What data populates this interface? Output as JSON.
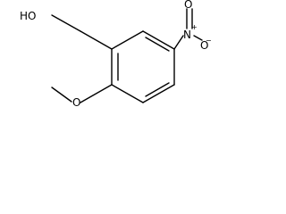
{
  "molecule": {
    "labels": {
      "hydroxyl": "HO",
      "methoxy_oxygen": "O",
      "nitro_nitrogen": "N",
      "nitro_n_charge": "+",
      "nitro_oxygen_top": "O",
      "nitro_oxygen_right": "O",
      "nitro_o_charge": "−"
    },
    "colors": {
      "bond": "#000000",
      "text": "#000000",
      "background": "#ffffff"
    }
  }
}
